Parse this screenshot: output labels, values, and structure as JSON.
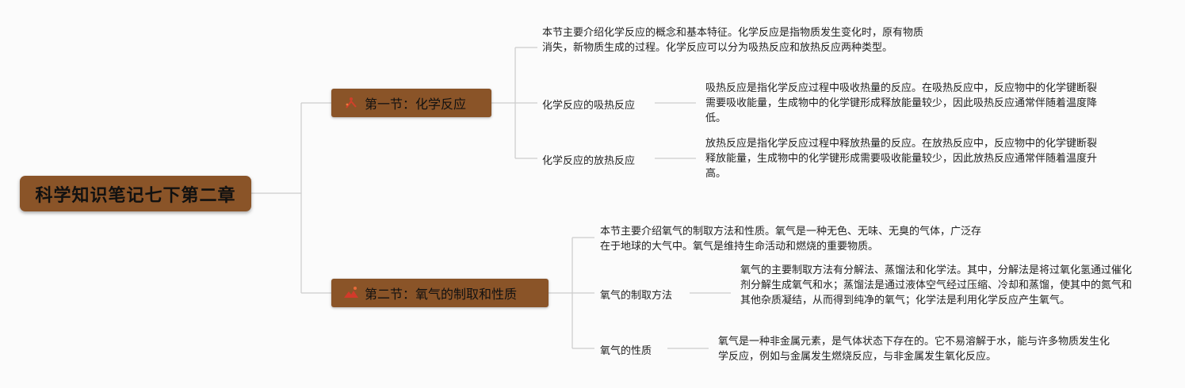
{
  "root": {
    "title": "科学知识笔记七下第二章"
  },
  "sections": [
    {
      "title": "第一节：化学反应",
      "icon": "reaction-icon",
      "intro": "本节主要介绍化学反应的概念和基本特征。化学反应是指物质发生变化时，原有物质消失，新物质生成的过程。化学反应可以分为吸热反应和放热反应两种类型。",
      "topics": [
        {
          "label": "化学反应的吸热反应",
          "text": "吸热反应是指化学反应过程中吸收热量的反应。在吸热反应中，反应物中的化学键断裂需要吸收能量，生成物中的化学键形成释放能量较少，因此吸热反应通常伴随着温度降低。"
        },
        {
          "label": "化学反应的放热反应",
          "text": "放热反应是指化学反应过程中释放热量的反应。在放热反应中，反应物中的化学键断裂释放能量，生成物中的化学键形成需要吸收能量较少，因此放热反应通常伴随着温度升高。"
        }
      ]
    },
    {
      "title": "第二节：氧气的制取和性质",
      "icon": "mountain-icon",
      "intro": "本节主要介绍氧气的制取方法和性质。氧气是一种无色、无味、无臭的气体，广泛存在于地球的大气中。氧气是维持生命活动和燃烧的重要物质。",
      "topics": [
        {
          "label": "氧气的制取方法",
          "text": "氧气的主要制取方法有分解法、蒸馏法和化学法。其中，分解法是将过氧化氢通过催化剂分解生成氧气和水；蒸馏法是通过液体空气经过压缩、冷却和蒸馏，使其中的氮气和其他杂质凝结，从而得到纯净的氧气；化学法是利用化学反应产生氧气。"
        },
        {
          "label": "氧气的性质",
          "text": "氧气是一种非金属元素，是气体状态下存在的。它不易溶解于水，能与许多物质发生化学反应，例如与金属发生燃烧反应，与非金属发生氧化反应。"
        }
      ]
    }
  ],
  "colors": {
    "node": "#8a5428",
    "line": "#cccccc",
    "icon1": "#d0402a",
    "icon2": "#d23a2a"
  }
}
